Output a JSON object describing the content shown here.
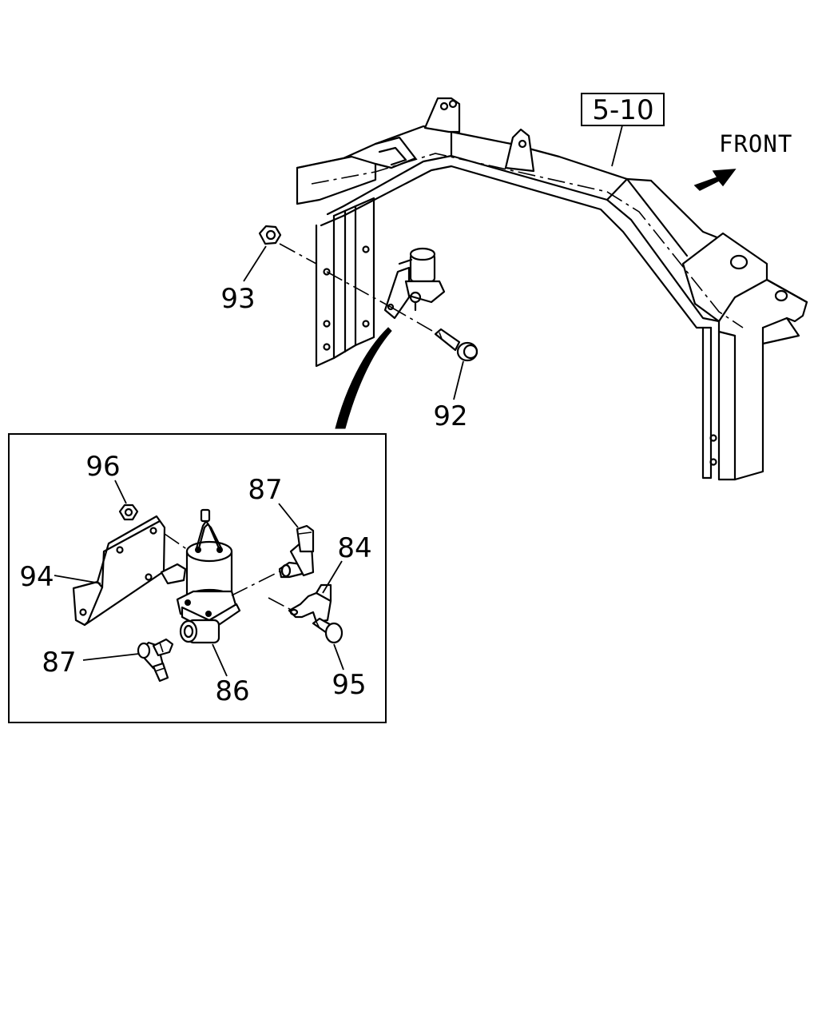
{
  "reference": {
    "label": "5-10"
  },
  "direction": {
    "label": "FRONT"
  },
  "callouts": {
    "c93": "93",
    "c92": "92",
    "c96": "96",
    "c87_upper": "87",
    "c84": "84",
    "c94": "94",
    "c87_lower": "87",
    "c86": "86",
    "c95": "95"
  }
}
